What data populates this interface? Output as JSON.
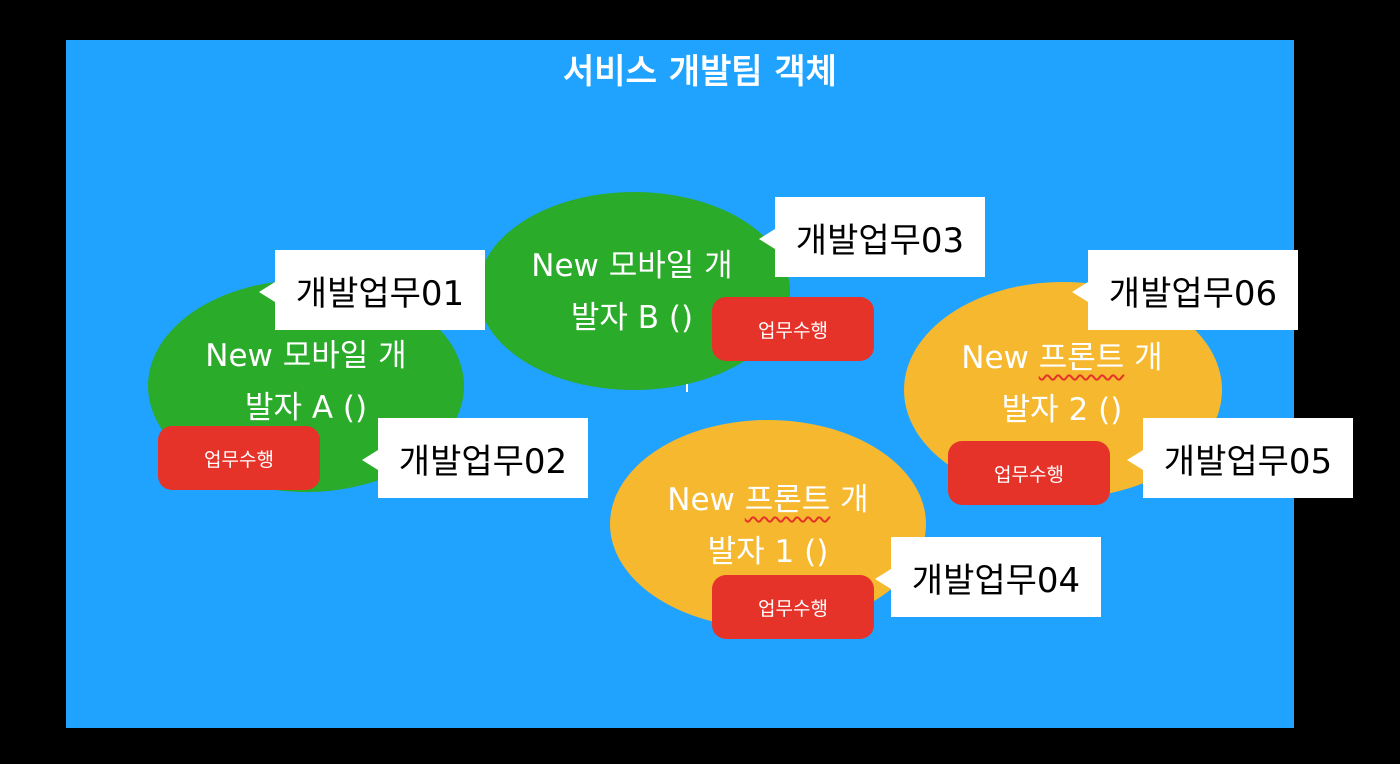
{
  "title": "서비스 개발팀 객체",
  "colors": {
    "background": "#1fa3ff",
    "mobile": "#2aab2a",
    "front": "#f5b82e",
    "action": "#e5332a"
  },
  "developers": [
    {
      "line1": "New 모바일 개",
      "line2": "발자 A ()",
      "action": "업무수행"
    },
    {
      "line1": "New 모바일 개",
      "line2": "발자 B ()",
      "action": "업무수행"
    },
    {
      "line1_prefix": "New ",
      "line1_word": "프론트",
      "line1_suffix": " 개",
      "line2": "발자 1 ()",
      "action": "업무수행"
    },
    {
      "line1_prefix": "New ",
      "line1_word": "프론트",
      "line1_suffix": " 개",
      "line2": "발자 2 ()",
      "action": "업무수행"
    }
  ],
  "tasks": [
    "개발업무01",
    "개발업무02",
    "개발업무03",
    "개발업무04",
    "개발업무05",
    "개발업무06"
  ]
}
